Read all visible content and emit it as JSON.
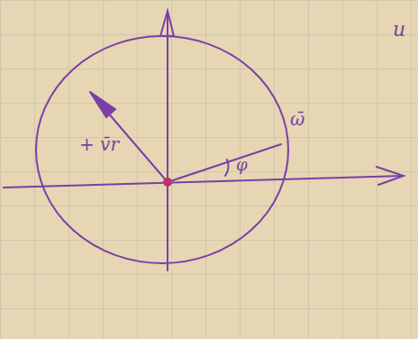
{
  "diagram": {
    "labels": [
      "+ v̄r",
      "ω̄",
      "φ",
      "u"
    ]
  }
}
